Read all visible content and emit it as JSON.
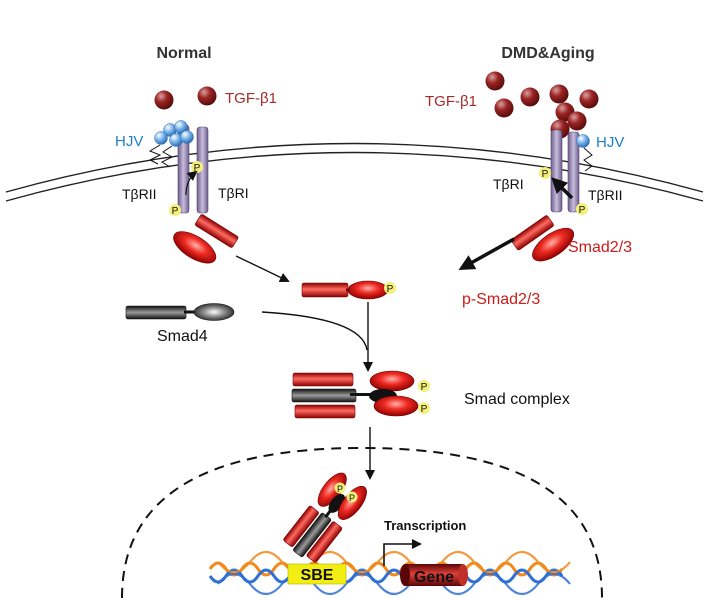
{
  "panels": {
    "normal_title": "Normal",
    "disease_title": "DMD&Aging"
  },
  "labels": {
    "tgf_left": "TGF-β1",
    "tgf_right": "TGF-β1",
    "hjv_left": "HJV",
    "hjv_right": "HJV",
    "tbrii_left": "TβRII",
    "tbri_left": "TβRI",
    "tbri_right": "TβRI",
    "tbrii_right": "TβRII",
    "smad23": "Smad2/3",
    "psmad23": "p-Smad2/3",
    "smad4": "Smad4",
    "smad_complex": "Smad complex",
    "transcription": "Transcription",
    "sbe": "SBE",
    "gene": "Gene",
    "phospho": "P"
  },
  "colors": {
    "tgf_ball": "#8b1a1a",
    "tgf_text": "#a52a2a",
    "hjv_blue": "#4a90d9",
    "hjv_text": "#1e7fc8",
    "receptor": "#8a7aa8",
    "smad_red": "#e0201c",
    "smad_dark": "#222222",
    "phospho_yellow": "#f4f07a",
    "smad_label_red": "#cc1a1a",
    "dna_orange": "#f08a1c",
    "dna_blue": "#2f6fd6",
    "sbe_yellow": "#f2ee14",
    "gene_red": "#b01818"
  }
}
